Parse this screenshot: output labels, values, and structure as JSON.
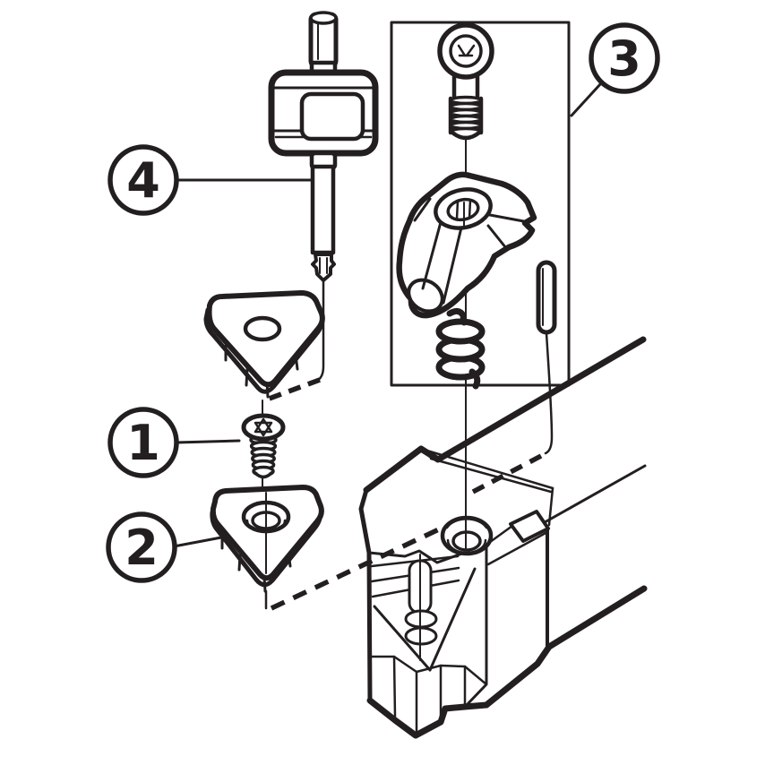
{
  "figure": {
    "type": "exploded-assembly-diagram",
    "description": "Exploded view of a turning tool holder: clamp set in box, cutting insert, shim, shim screw and torque key",
    "background_color": "#ffffff",
    "line_color": "#231f20"
  },
  "callouts": [
    {
      "label": "1",
      "part": "insert-screw"
    },
    {
      "label": "2",
      "part": "shim-insert"
    },
    {
      "label": "3",
      "part": "clamp-set"
    },
    {
      "label": "4",
      "part": "torque-key"
    }
  ],
  "parts": [
    "torque-key",
    "clamp-screw",
    "clamp",
    "clamp-spring",
    "clamp-pin",
    "cutting-insert",
    "insert-screw",
    "shim-insert",
    "tool-holder"
  ]
}
